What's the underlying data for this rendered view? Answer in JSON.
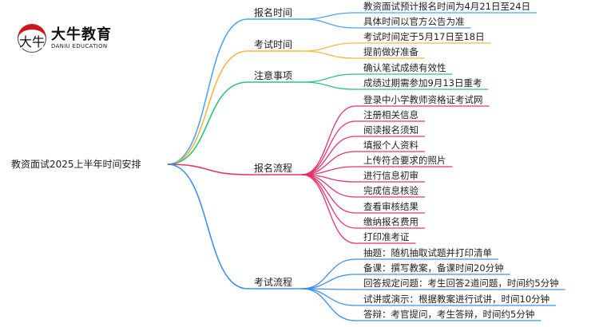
{
  "logo": {
    "mark": "大牛",
    "name": "大牛教育",
    "name_en": "DANIU EDUCATION"
  },
  "root": "教资面试2025上半年时间安排",
  "branches": [
    {
      "label": "报名时间",
      "color": "#4ea3f5",
      "leaves": [
        "教资面试预计报名时间为4月21日至24日",
        "具体时间以官方公告为准"
      ]
    },
    {
      "label": "考试时间",
      "color": "#f6b73c",
      "leaves": [
        "考试时间定于5月17日至18日",
        "提前做好准备"
      ]
    },
    {
      "label": "注意事项",
      "color": "#2ec27e",
      "leaves": [
        "确认笔试成绩有效性",
        "成绩过期需参加9月13日重考"
      ]
    },
    {
      "label": "报名流程",
      "color": "#e8336d",
      "leaves": [
        "登录中小学教师资格证考试网",
        "注册相关信息",
        "阅读报名须知",
        "填报个人资料",
        "上传符合要求的照片",
        "进行信息初审",
        "完成信息核验",
        "查看审核结果",
        "缴纳报名费用",
        "打印准考证"
      ]
    },
    {
      "label": "考试流程",
      "color": "#3d8ff0",
      "leaves": [
        "抽题：随机抽取试题并打印清单",
        "备课：撰写教案，备课时间20分钟",
        "回答规定问题：考生回答2道问题，时间约5分钟",
        "试讲或演示：根据教案进行试讲，时间10分钟",
        "答辩：考官提问，考生答辩，时间约5分钟"
      ]
    }
  ]
}
